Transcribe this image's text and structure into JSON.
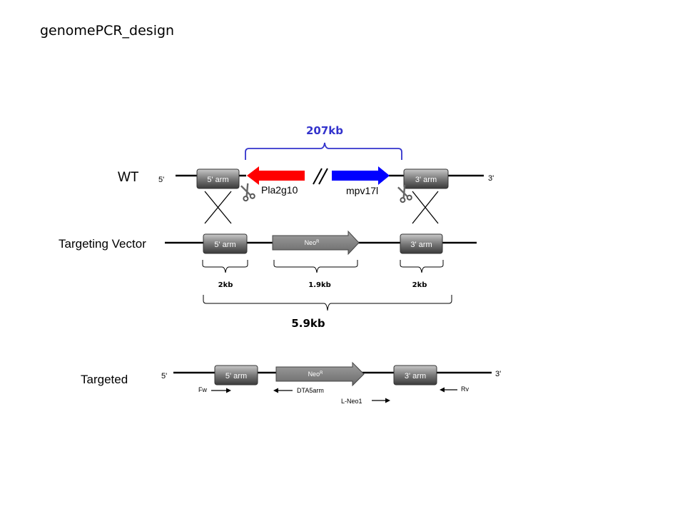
{
  "title": "genomePCR_design",
  "colors": {
    "distance_blue": "#3333cc",
    "pla2g10_red": "#ff0000",
    "mpv17l_blue": "#0000ff",
    "arm_gray_dark": "#555555",
    "arm_gray_light": "#bdbdbd"
  },
  "icons": {
    "cut_site": "scissors-icon",
    "break": "double-slash-break"
  },
  "wt": {
    "label": "WT",
    "end5": "5'",
    "end3": "3'",
    "arm5": "5' arm",
    "arm3": "3' arm",
    "gene_left": "Pla2g10",
    "gene_right": "mpv17l",
    "span": "207kb"
  },
  "vector": {
    "label": "Targeting Vector",
    "arm5": "5' arm",
    "neo_base": "Neo",
    "neo_sup": "R",
    "arm3": "3' arm",
    "size_arm5": "2kb",
    "size_neo": "1.9kb",
    "size_arm3": "2kb",
    "size_total": "5.9kb"
  },
  "targeted": {
    "label": "Targeted",
    "end5": "5'",
    "end3": "3'",
    "arm5": "5' arm",
    "neo_base": "Neo",
    "neo_sup": "R",
    "arm3": "3' arm",
    "primer_fw": "Fw",
    "primer_dta": "DTA5arm",
    "primer_lneo": "L-Neo1",
    "primer_rv": "Rv"
  }
}
